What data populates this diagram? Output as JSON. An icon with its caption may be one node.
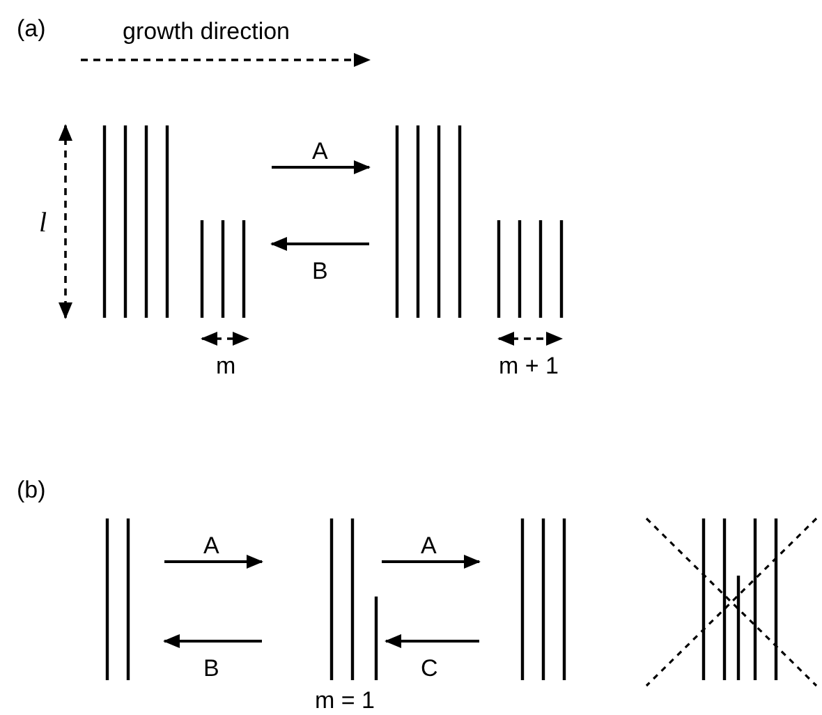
{
  "diagram": {
    "nodes": [
      {
        "text": [],
        "shape": "picture"
      },
      {
        "text": [],
        "shape": "picture"
      },
      {
        "text": [],
        "shape": "picture"
      },
      {
        "text": [],
        "shape": "picture"
      },
      {
        "text": [],
        "shape": "picture"
      },
      {
        "text": [],
        "shape": "picture"
      }
    ],
    "edges": [
      {
        "from": 0,
        "to": 1,
        "arrow": "to",
        "label": "A"
      },
      {
        "from": 1,
        "to": 0,
        "arrow": "to",
        "label": "B"
      },
      {
        "from": 2,
        "to": 3,
        "arrow": "to",
        "label": "A"
      },
      {
        "from": 3,
        "to": 2,
        "arrow": "to",
        "label": "B"
      },
      {
        "from": 3,
        "to": 4,
        "arrow": "to",
        "label": "A"
      },
      {
        "from": 4,
        "to": 3,
        "arrow": "to",
        "label": "C"
      }
    ],
    "labels": [
      "(a)",
      "growth direction",
      "l",
      "m",
      "m + 1",
      "(b)",
      "m = 1"
    ]
  }
}
